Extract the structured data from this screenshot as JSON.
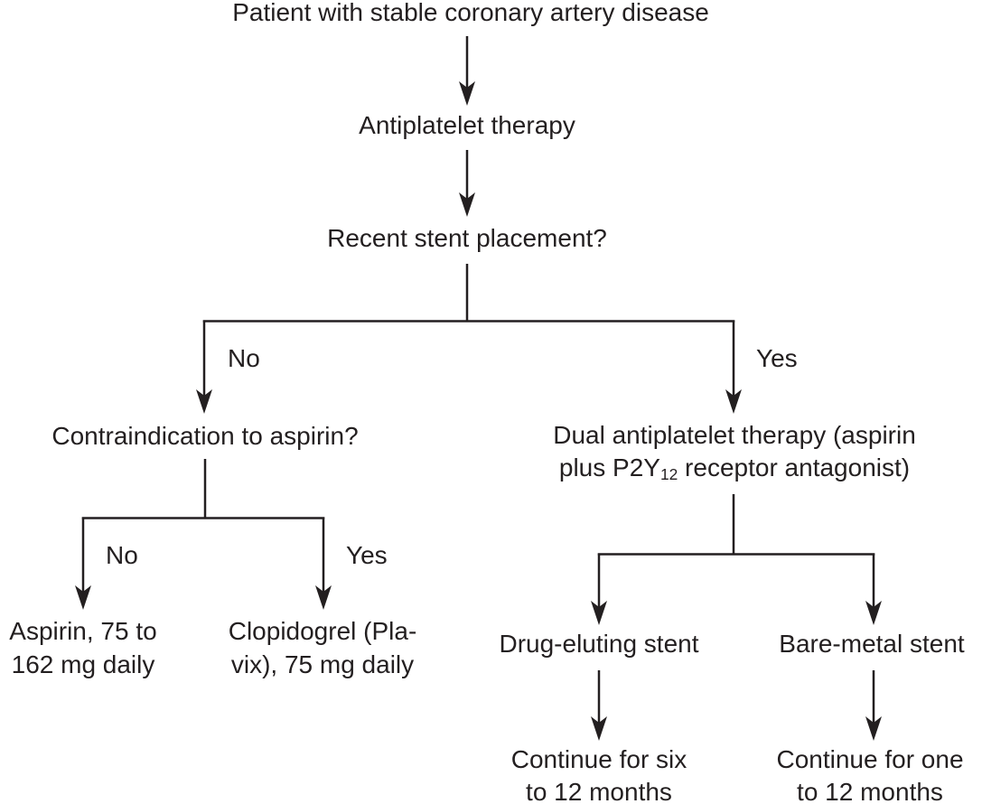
{
  "colors": {
    "ink": "#231f20",
    "background": "#ffffff"
  },
  "flowchart": {
    "nodes": {
      "patient": "Patient with stable coronary artery disease",
      "antiplatelet": "Antiplatelet therapy",
      "recent_stent": "Recent stent placement?",
      "contraindication": "Contraindication to aspirin?",
      "dual_line1": "Dual antiplatelet therapy (aspirin",
      "dual_line2_prefix": "plus P2Y",
      "dual_line2_sub": "12",
      "dual_line2_suffix": " receptor antagonist)",
      "aspirin_line1": "Aspirin, 75 to",
      "aspirin_line2": "162 mg daily",
      "clopidogrel_line1": "Clopidogrel (Pla-",
      "clopidogrel_line2": "vix), 75 mg daily",
      "drug_eluting": "Drug-eluting stent",
      "bare_metal": "Bare-metal stent",
      "continue_six_line1": "Continue for six",
      "continue_six_line2": "to 12 months",
      "continue_one_line1": "Continue for one",
      "continue_one_line2": "to 12 months"
    },
    "branch_labels": {
      "stent_no": "No",
      "stent_yes": "Yes",
      "aspirin_no": "No",
      "aspirin_yes": "Yes"
    }
  }
}
